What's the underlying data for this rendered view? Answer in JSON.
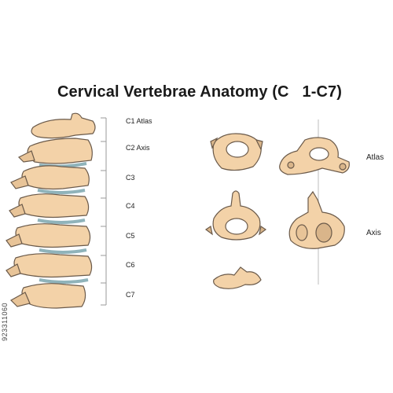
{
  "title": "Cervical Vertebrae Anatomy (C   1-C7)",
  "levels": [
    {
      "label": "C1 Atlas"
    },
    {
      "label": "C2 Axis"
    },
    {
      "label": "C3"
    },
    {
      "label": "C4"
    },
    {
      "label": "C5"
    },
    {
      "label": "C6"
    },
    {
      "label": "C7"
    }
  ],
  "side_labels": {
    "atlas": "Atlas",
    "axis": "Axis"
  },
  "credit": "923311060",
  "colors": {
    "bone": "#f3d2a8",
    "bone_shade": "#d9b58a",
    "disc": "#a9c9cf",
    "outline": "#6b5a4a",
    "ticks": "#9a9a9a"
  }
}
